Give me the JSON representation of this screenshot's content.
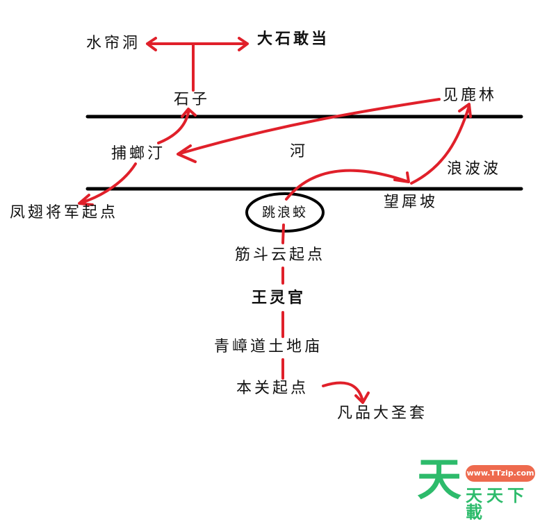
{
  "diagram": {
    "colors": {
      "arrow": "#e0202a",
      "line": "#000000",
      "text": "#111111"
    },
    "labels": {
      "shuiliandong": "水帘洞",
      "dashigandang": "大石敢当",
      "shizi": "石子",
      "jianlulin": "见鹿林",
      "buladting": "捕螂汀",
      "he": "河",
      "langbobo": "浪波波",
      "fengchi": "凤翅将军起点",
      "tiaolangjiao": "跳浪蛟",
      "wangxipo": "望犀坡",
      "jindouyun": "筋斗云起点",
      "wanglingguan": "王灵官",
      "qingzhangdao": "青嶂道土地庙",
      "benguan": "本关起点",
      "fanpin": "凡品大圣套"
    },
    "edges": [
      {
        "from": "shizi",
        "to": "shuiliandong"
      },
      {
        "from": "shizi",
        "to": "dashigandang"
      },
      {
        "from": "buladting",
        "to": "shizi"
      },
      {
        "from": "jianlulin",
        "to": "buladting"
      },
      {
        "from": "buladting",
        "to": "fengchi"
      },
      {
        "from": "tiaolangjiao",
        "to": "wangxipo"
      },
      {
        "from": "wangxipo",
        "to": "jianlulin"
      },
      {
        "from": "jindouyun",
        "to": "tiaolangjiao"
      },
      {
        "from": "wanglingguan",
        "to": "jindouyun"
      },
      {
        "from": "qingzhangdao",
        "to": "wanglingguan"
      },
      {
        "from": "benguan",
        "to": "qingzhangdao"
      },
      {
        "from": "benguan",
        "to": "fanpin"
      }
    ]
  },
  "watermark": {
    "big_char": "天",
    "url": "www.TTzip.com",
    "text": "天天下載",
    "colors": {
      "green": "#2dbb6b",
      "pill": "#ee6a4e"
    }
  }
}
